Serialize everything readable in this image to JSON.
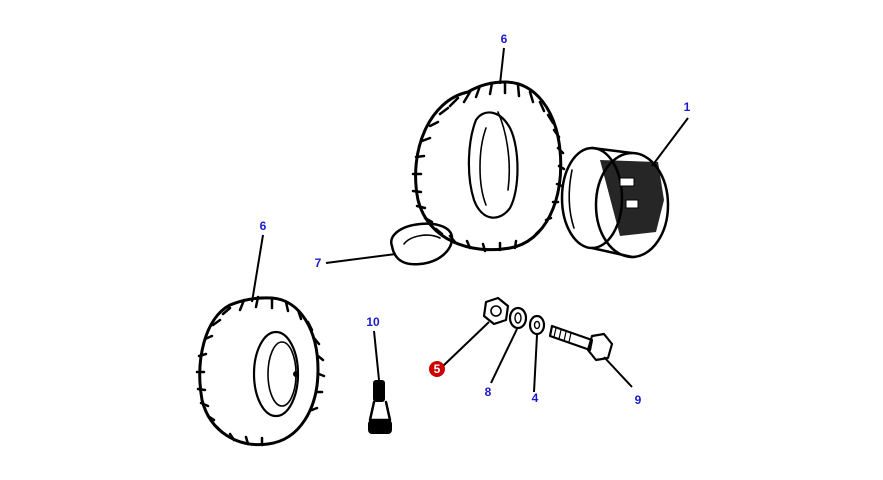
{
  "colors": {
    "label": "#1a1acc",
    "highlight": "#cc0000",
    "line": "#000000"
  },
  "callouts": [
    {
      "id": "c1",
      "text": "1",
      "highlighted": false
    },
    {
      "id": "c4",
      "text": "4",
      "highlighted": false
    },
    {
      "id": "c5",
      "text": "5",
      "highlighted": true
    },
    {
      "id": "c6a",
      "text": "6",
      "highlighted": false
    },
    {
      "id": "c6b",
      "text": "6",
      "highlighted": false
    },
    {
      "id": "c7",
      "text": "7",
      "highlighted": false
    },
    {
      "id": "c8",
      "text": "8",
      "highlighted": false
    },
    {
      "id": "c9",
      "text": "9",
      "highlighted": false
    },
    {
      "id": "c10",
      "text": "10",
      "highlighted": false
    }
  ]
}
